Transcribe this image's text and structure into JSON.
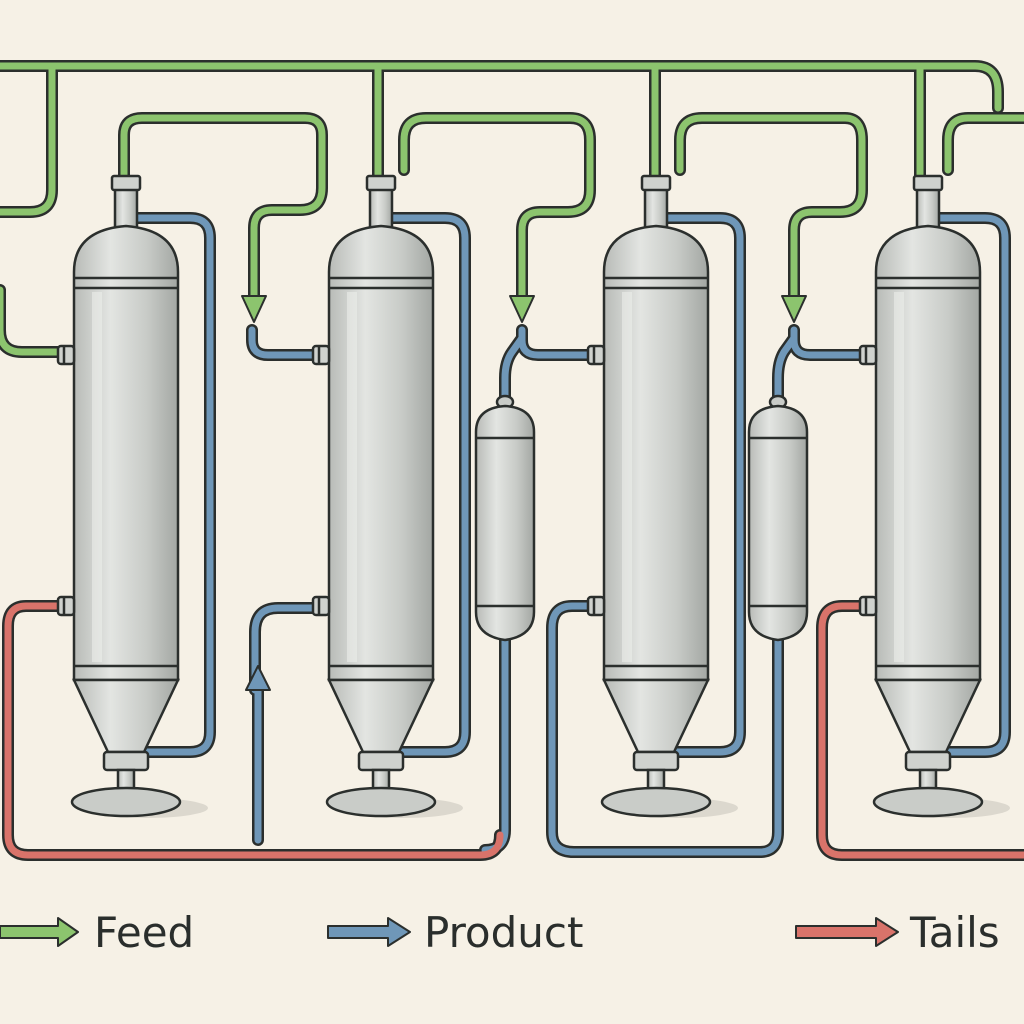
{
  "colors": {
    "background": "#f6f1e6",
    "feed": "#8cc46e",
    "product": "#6f97b8",
    "tails": "#d9736a",
    "outline": "#2b2f2d",
    "vessel": "#c9ccc8",
    "vessel_shadow": "#a9ada9",
    "vessel_highlight": "#e6e8e5"
  },
  "legend": [
    {
      "key": "feed",
      "label": "Feed"
    },
    {
      "key": "product",
      "label": "Product"
    },
    {
      "key": "tails",
      "label": "Tails"
    }
  ]
}
